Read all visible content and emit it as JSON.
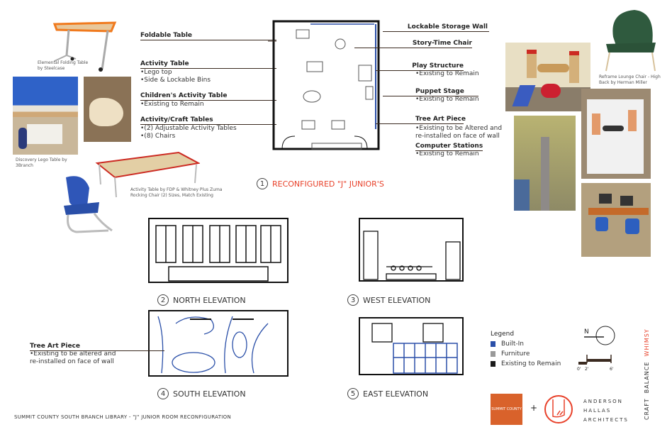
{
  "left_callouts": [
    {
      "title": "Foldable Table",
      "bullets": []
    },
    {
      "title": "Activity Table",
      "bullets": [
        "•Lego top",
        "•Side & Lockable Bins"
      ]
    },
    {
      "title": "Children's Activity Table",
      "bullets": [
        "•Existing to Remain"
      ]
    },
    {
      "title": "Activity/Craft Tables",
      "bullets": [
        "•(2) Adjustable Activity Tables",
        "•(8) Chairs"
      ]
    }
  ],
  "right_callouts": [
    {
      "title": "Lockable Storage Wall",
      "bullets": []
    },
    {
      "title": "Story-Time Chair",
      "bullets": []
    },
    {
      "title": "Play Structure",
      "bullets": [
        "•Existing to Remain"
      ]
    },
    {
      "title": "Puppet Stage",
      "bullets": [
        "•Existing to Remain"
      ]
    },
    {
      "title": "Tree Art Piece",
      "bullets": [
        "•Existing to be Altered and",
        "re-installed on face of wall"
      ]
    },
    {
      "title": "Computer Stations",
      "bullets": [
        "•Existing to Remain"
      ]
    }
  ],
  "captions": {
    "folding": "Elemental Folding Table by Steelcase",
    "lego": "Discovery Lego Table  by 3Branch",
    "activity": "Activity Table by FDP & Whitney Plus Zuma Rocking Chair (2) Sizes, Match Existing",
    "lounge": "Reframe Lounge Chair - High Back by Herman Miller"
  },
  "plan": {
    "num": "1",
    "title": "RECONFIGURED \"J\" JUNIOR'S"
  },
  "elevations": [
    {
      "num": "2",
      "title": "NORTH ELEVATION"
    },
    {
      "num": "3",
      "title": "WEST ELEVATION"
    },
    {
      "num": "4",
      "title": "SOUTH ELEVATION"
    },
    {
      "num": "5",
      "title": "EAST ELEVATION"
    }
  ],
  "south_callout": {
    "title": "Tree Art Piece",
    "bullets": [
      "•Existing to be altered and",
      "re-installed on face of wall"
    ]
  },
  "legend": {
    "title": "Legend",
    "items": [
      {
        "label": "Built-In",
        "color": "#2a4fa8"
      },
      {
        "label": "Furniture",
        "color": "#999999"
      },
      {
        "label": "Existing to Remain",
        "color": "#1a1a1a"
      }
    ]
  },
  "compass": {
    "label": "N",
    "scale": [
      "0'",
      "2'",
      "6'"
    ]
  },
  "logos": {
    "summit": "SUMMIT COUNTY",
    "plus": "+",
    "firm": [
      "ANDERSON",
      "HALLAS",
      "ARCHITECTS"
    ]
  },
  "tagline": {
    "craft": "CRAFT",
    "balance": "BALANCE",
    "whimsy": "WHIMSY"
  },
  "footer": "SUMMIT COUNTY SOUTH BRANCH LIBRARY - \"J\" JUNIOR ROOM RECONFIGURATION",
  "colors": {
    "accent": "#e8412a",
    "builtin": "#2a4fa8",
    "summit": "#d9622b"
  }
}
